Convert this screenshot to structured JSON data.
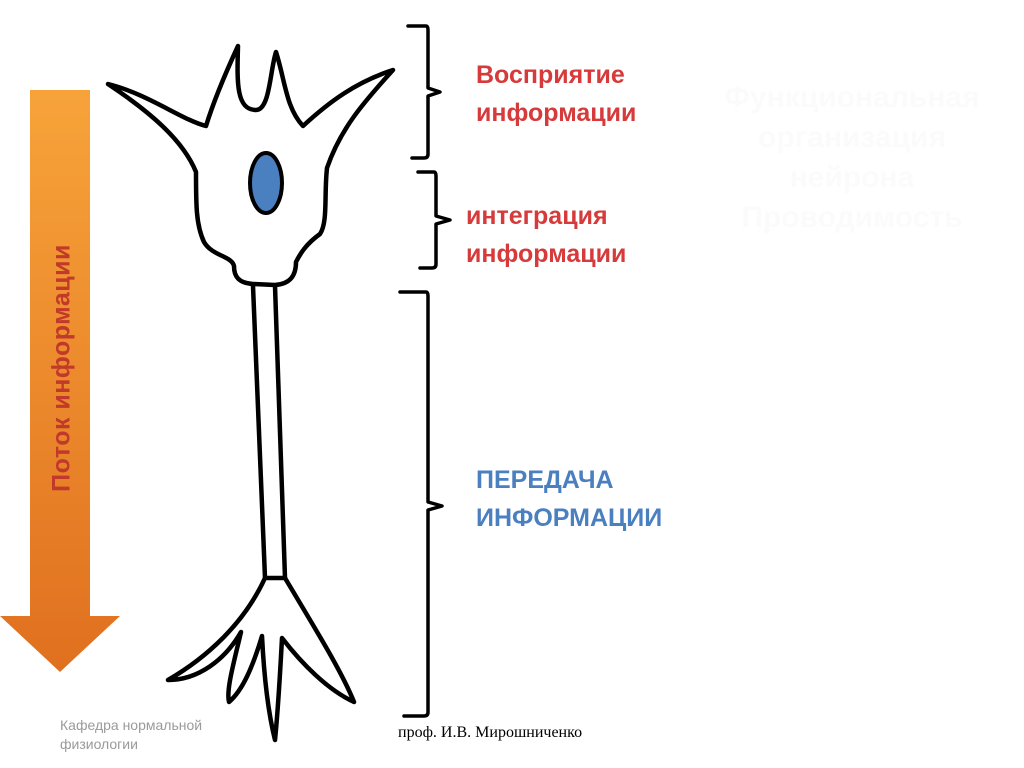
{
  "colors": {
    "arrow_top": "#f7a33a",
    "arrow_bottom": "#e0701f",
    "flow_text": "#c0392b",
    "red_text": "#d63a3a",
    "blue_text": "#4a7fc0",
    "nucleus": "#4a7fc0"
  },
  "flow": {
    "label": "Поток информации"
  },
  "stages": {
    "perception": {
      "line1": "Восприятие",
      "line2": "информации"
    },
    "integration": {
      "line1": "интеграция",
      "line2": "информации"
    },
    "transmission": {
      "line1": "ПЕРЕДАЧА",
      "line2": "ИНФОРМАЦИИ"
    }
  },
  "faint_title": {
    "line1": "Функциональная",
    "line2": "организация",
    "line3": "нейрона",
    "line4": "Проводимость"
  },
  "footer": {
    "dept_line1": "Кафедра нормальной",
    "dept_line2": "физиологии",
    "author": "проф. И.В. Мирошниченко"
  }
}
